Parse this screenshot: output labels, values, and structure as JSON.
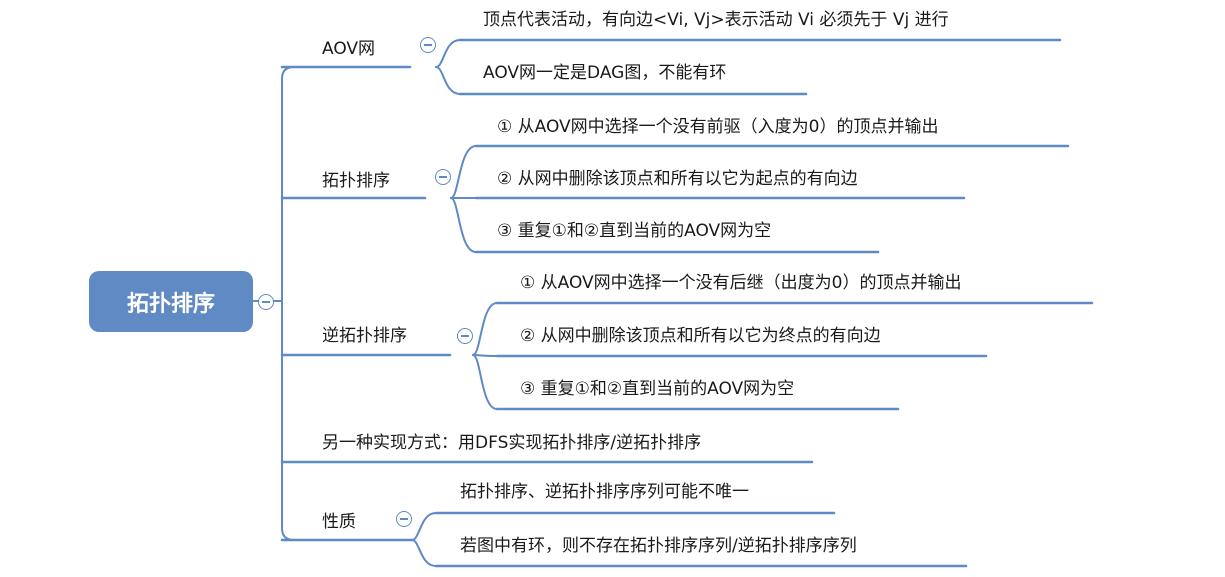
{
  "root": {
    "label": "拓扑排序"
  },
  "branches": [
    {
      "label": "AOV网",
      "children": [
        "顶点代表活动，有向边<Vi, Vj>表示活动 Vi 必须先于 Vj 进行",
        "AOV网一定是DAG图，不能有环"
      ]
    },
    {
      "label": "拓扑排序",
      "children": [
        "① 从AOV网中选择一个没有前驱（入度为0）的顶点并输出",
        "② 从网中删除该顶点和所有以它为起点的有向边",
        "③ 重复①和②直到当前的AOV网为空"
      ]
    },
    {
      "label": "逆拓扑排序",
      "children": [
        "① 从AOV网中选择一个没有后继（出度为0）的顶点并输出",
        "② 从网中删除该顶点和所有以它为终点的有向边",
        "③ 重复①和②直到当前的AOV网为空"
      ]
    },
    {
      "label": "另一种实现方式：用DFS实现拓扑排序/逆拓扑排序",
      "children": []
    },
    {
      "label": "性质",
      "children": [
        "拓扑排序、逆拓扑排序序列可能不唯一",
        "若图中有环，则不存在拓扑排序序列/逆拓扑排序序列"
      ]
    }
  ],
  "colors": {
    "line": "#5f8ac4",
    "root": "#5f8ac4",
    "text": "#1a1a1a"
  }
}
